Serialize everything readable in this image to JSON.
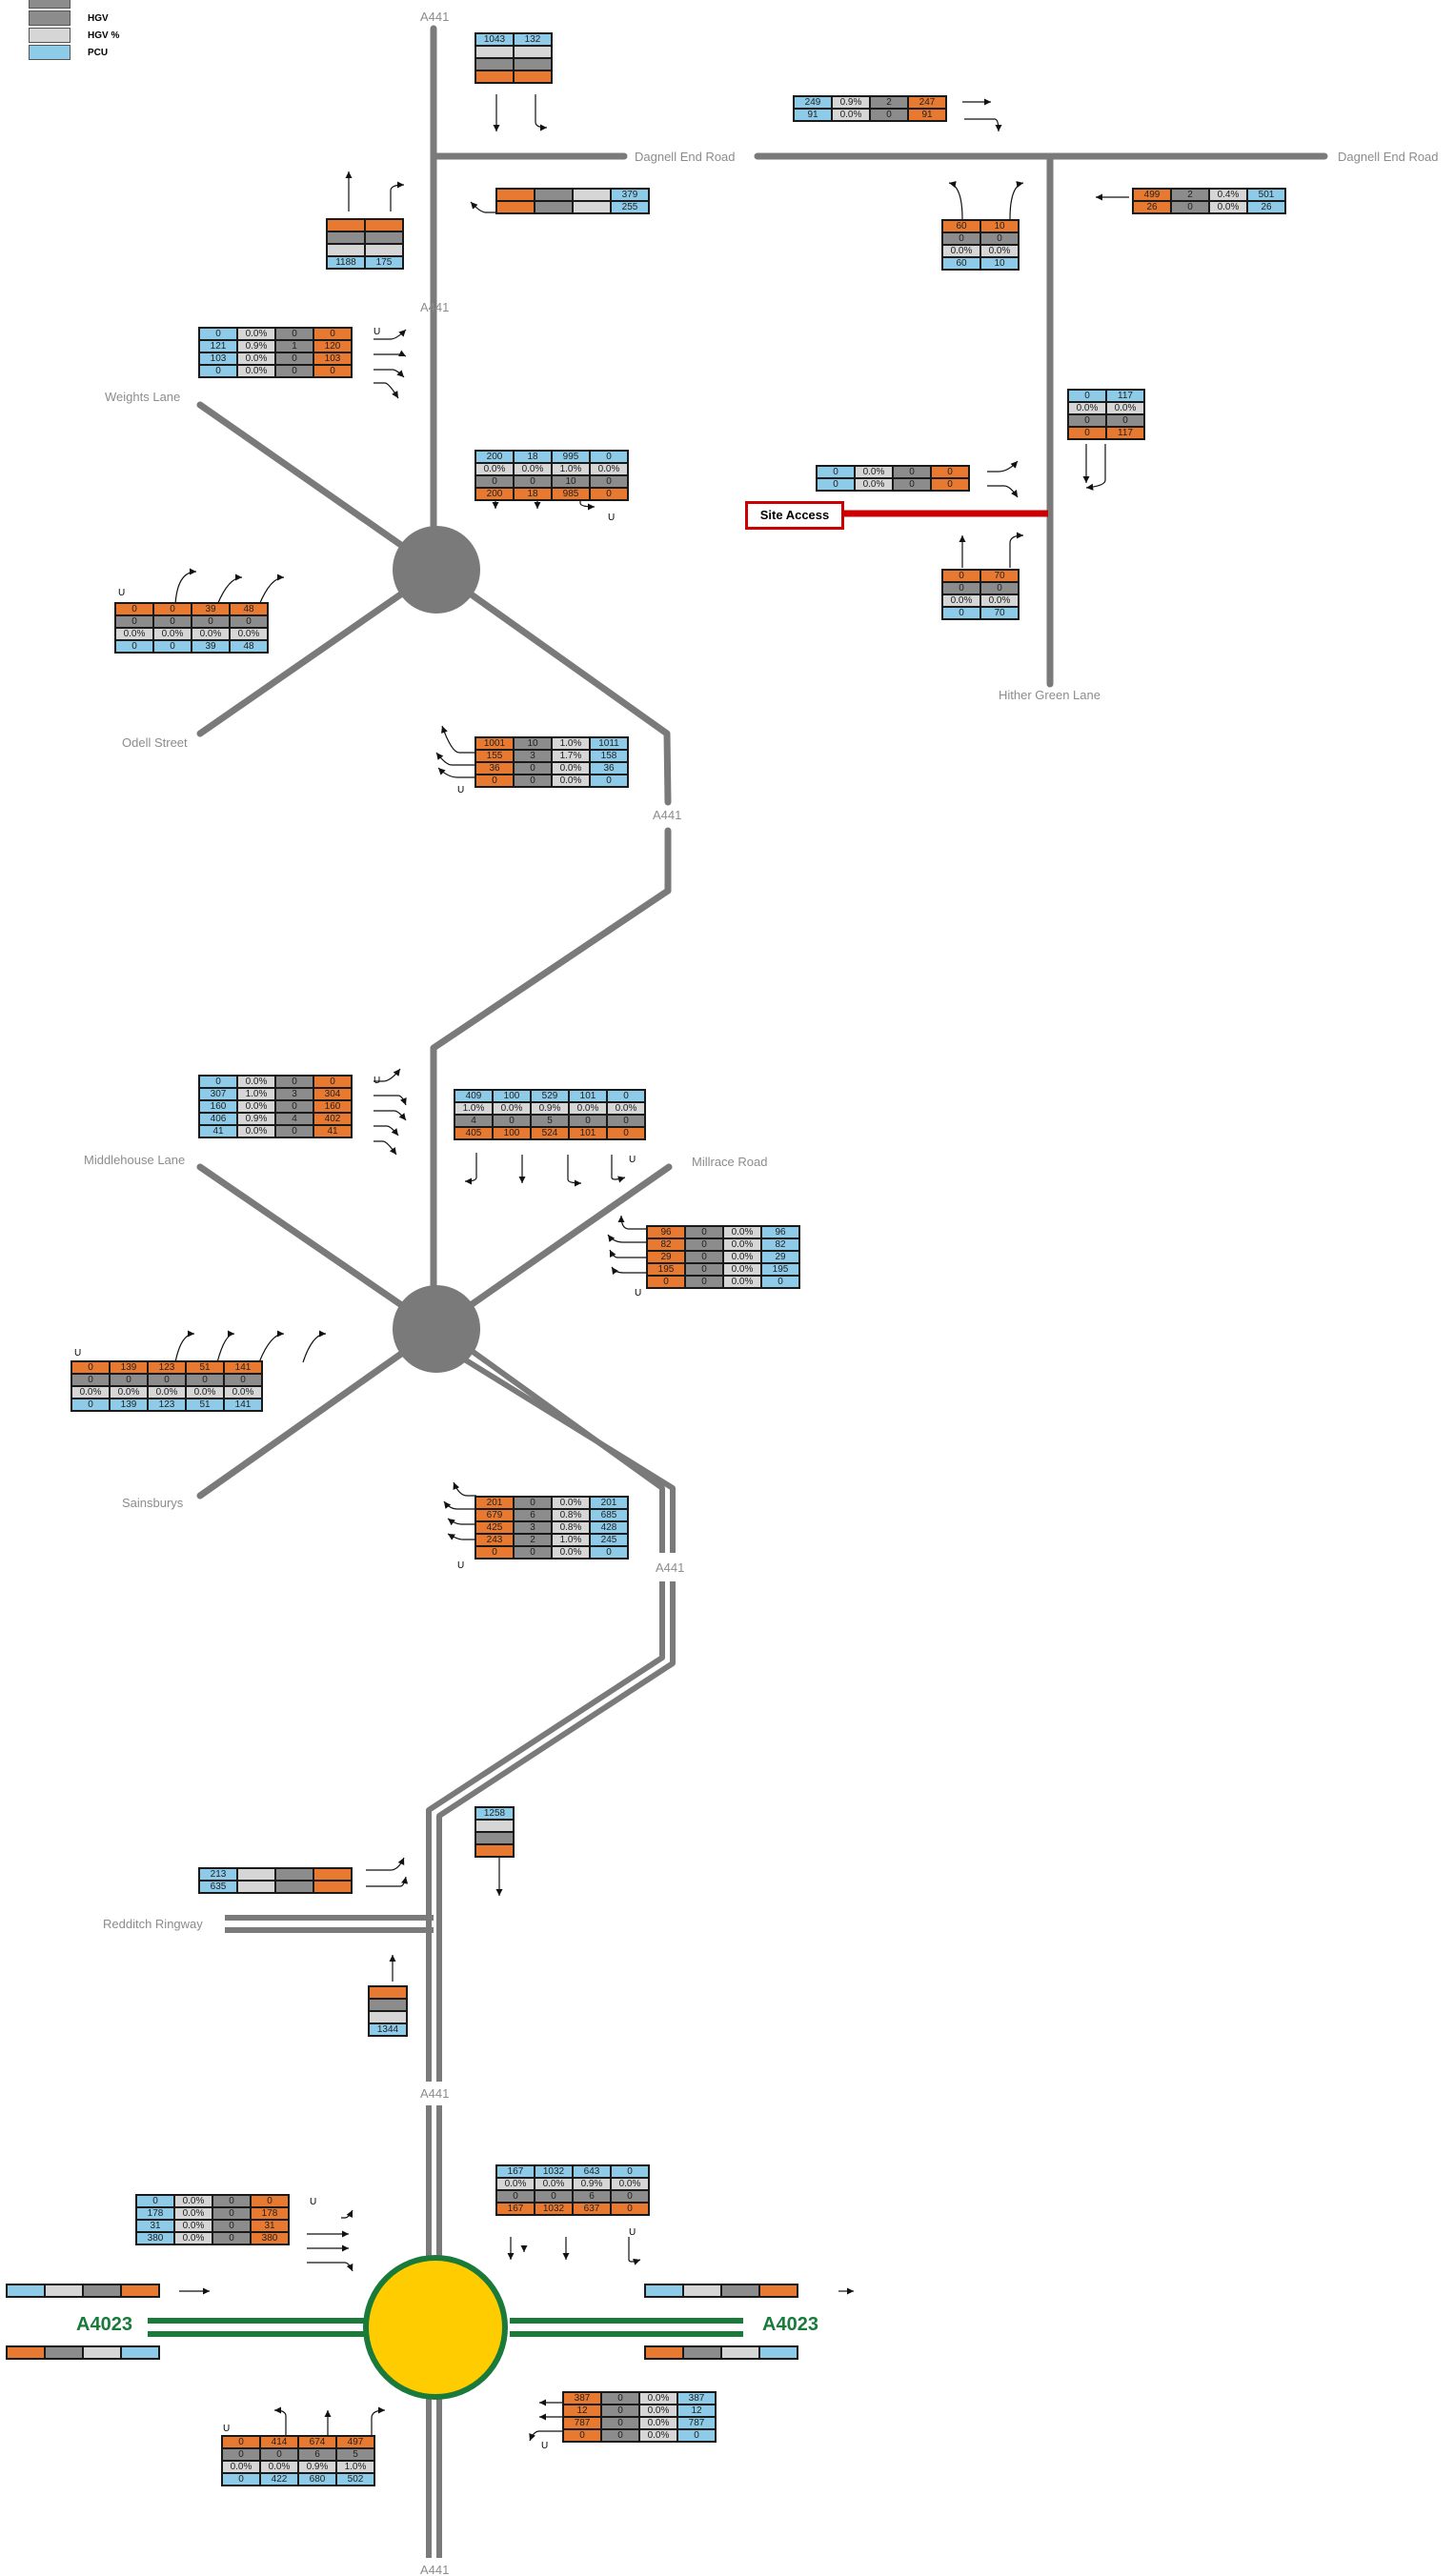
{
  "legend": [
    {
      "label": "",
      "color": "#8c8c8c"
    },
    {
      "label": "HGV",
      "color": "#8c8c8c"
    },
    {
      "label": "HGV %",
      "color": "#d6d6d6"
    },
    {
      "label": "PCU",
      "color": "#8ecbe8"
    }
  ],
  "colors": {
    "orange": "#e87930",
    "dark_grey": "#8c8c8c",
    "light_grey": "#d6d6d6",
    "blue": "#8ecbe8",
    "road": "#7a7a7a",
    "roundabout_a4023": "#ffcc00",
    "a4023_road": "#1a7a3a",
    "site_access": "#cc0000"
  },
  "roads": {
    "a441": "A441",
    "dagnell_end_road_1": "Dagnell End Road",
    "dagnell_end_road_2": "Dagnell End Road",
    "weights_lane": "Weights Lane",
    "odell_street": "Odell Street",
    "hither_green_lane": "Hither Green Lane",
    "site_access": "Site Access",
    "middlehouse_lane": "Middlehouse Lane",
    "millrace_road": "Millrace Road",
    "sainsburys": "Sainsburys",
    "redditch_ringway": "Redditch Ringway",
    "a4023": "A4023",
    "u_turn": "U"
  },
  "tables": {
    "t1": [
      [
        "1043",
        "132"
      ],
      [
        "",
        ""
      ],
      [
        "",
        ""
      ],
      [
        "",
        ""
      ]
    ],
    "t2": [
      [
        "249",
        "0.9%",
        "2",
        "247"
      ],
      [
        "91",
        "0.0%",
        "0",
        "91"
      ]
    ],
    "t3": [
      [
        "",
        "",
        "",
        "379"
      ],
      [
        "",
        "",
        "",
        "255"
      ]
    ],
    "t4": [
      [
        "",
        ""
      ],
      [
        "",
        ""
      ],
      [
        "",
        ""
      ],
      [
        "1188",
        "175"
      ]
    ],
    "t5": [
      [
        "60",
        "10"
      ],
      [
        "0",
        "0"
      ],
      [
        "0.0%",
        "0.0%"
      ],
      [
        "60",
        "10"
      ]
    ],
    "t6": [
      [
        "499",
        "2",
        "0.4%",
        "501"
      ],
      [
        "26",
        "0",
        "0.0%",
        "26"
      ]
    ],
    "t7": [
      [
        "0",
        "0.0%",
        "0",
        "0"
      ],
      [
        "121",
        "0.9%",
        "1",
        "120"
      ],
      [
        "103",
        "0.0%",
        "0",
        "103"
      ],
      [
        "0",
        "0.0%",
        "0",
        "0"
      ]
    ],
    "t8": [
      [
        "200",
        "18",
        "995",
        "0"
      ],
      [
        "0.0%",
        "0.0%",
        "1.0%",
        "0.0%"
      ],
      [
        "0",
        "0",
        "10",
        "0"
      ],
      [
        "200",
        "18",
        "985",
        "0"
      ]
    ],
    "t9": [
      [
        "0",
        "117"
      ],
      [
        "0.0%",
        "0.0%"
      ],
      [
        "0",
        "0"
      ],
      [
        "0",
        "117"
      ]
    ],
    "t10": [
      [
        "0",
        "0.0%",
        "0",
        "0"
      ],
      [
        "0",
        "0.0%",
        "0",
        "0"
      ]
    ],
    "t11": [
      [
        "0",
        "70"
      ],
      [
        "0",
        "0"
      ],
      [
        "0.0%",
        "0.0%"
      ],
      [
        "0",
        "70"
      ]
    ],
    "t12": [
      [
        "0",
        "0",
        "39",
        "48"
      ],
      [
        "0",
        "0",
        "0",
        "0"
      ],
      [
        "0.0%",
        "0.0%",
        "0.0%",
        "0.0%"
      ],
      [
        "0",
        "0",
        "39",
        "48"
      ]
    ],
    "t13": [
      [
        "1001",
        "10",
        "1.0%",
        "1011"
      ],
      [
        "155",
        "3",
        "1.7%",
        "158"
      ],
      [
        "36",
        "0",
        "0.0%",
        "36"
      ],
      [
        "0",
        "0",
        "0.0%",
        "0"
      ]
    ],
    "t14": [
      [
        "0",
        "0.0%",
        "0",
        "0"
      ],
      [
        "307",
        "1.0%",
        "3",
        "304"
      ],
      [
        "160",
        "0.0%",
        "0",
        "160"
      ],
      [
        "406",
        "0.9%",
        "4",
        "402"
      ],
      [
        "41",
        "0.0%",
        "0",
        "41"
      ]
    ],
    "t15": [
      [
        "409",
        "100",
        "529",
        "101",
        "0"
      ],
      [
        "1.0%",
        "0.0%",
        "0.9%",
        "0.0%",
        "0.0%"
      ],
      [
        "4",
        "0",
        "5",
        "0",
        "0"
      ],
      [
        "405",
        "100",
        "524",
        "101",
        "0"
      ]
    ],
    "t16": [
      [
        "96",
        "0",
        "0.0%",
        "96"
      ],
      [
        "82",
        "0",
        "0.0%",
        "82"
      ],
      [
        "29",
        "0",
        "0.0%",
        "29"
      ],
      [
        "195",
        "0",
        "0.0%",
        "195"
      ],
      [
        "0",
        "0",
        "0.0%",
        "0"
      ]
    ],
    "t17": [
      [
        "0",
        "139",
        "123",
        "51",
        "141"
      ],
      [
        "0",
        "0",
        "0",
        "0",
        "0"
      ],
      [
        "0.0%",
        "0.0%",
        "0.0%",
        "0.0%",
        "0.0%"
      ],
      [
        "0",
        "139",
        "123",
        "51",
        "141"
      ]
    ],
    "t18": [
      [
        "201",
        "0",
        "0.0%",
        "201"
      ],
      [
        "679",
        "6",
        "0.8%",
        "685"
      ],
      [
        "425",
        "3",
        "0.8%",
        "428"
      ],
      [
        "243",
        "2",
        "1.0%",
        "245"
      ],
      [
        "0",
        "0",
        "0.0%",
        "0"
      ]
    ],
    "t19": [
      [
        "1258"
      ],
      [
        ""
      ],
      [
        ""
      ],
      [
        ""
      ]
    ],
    "t20": [
      [
        "213",
        "",
        "",
        ""
      ],
      [
        "635",
        "",
        "",
        ""
      ]
    ],
    "t21": [
      [
        ""
      ],
      [
        ""
      ],
      [
        ""
      ],
      [
        "1344"
      ]
    ],
    "t22": [
      [
        "0",
        "0.0%",
        "0",
        "0"
      ],
      [
        "178",
        "0.0%",
        "0",
        "178"
      ],
      [
        "31",
        "0.0%",
        "0",
        "31"
      ],
      [
        "380",
        "0.0%",
        "0",
        "380"
      ]
    ],
    "t23": [
      [
        "167",
        "1032",
        "643",
        "0"
      ],
      [
        "0.0%",
        "0.0%",
        "0.9%",
        "0.0%"
      ],
      [
        "0",
        "0",
        "6",
        "0"
      ],
      [
        "167",
        "1032",
        "637",
        "0"
      ]
    ],
    "t24": [
      [
        "",
        "",
        "",
        ""
      ]
    ],
    "t25": [
      [
        "",
        "",
        "",
        ""
      ]
    ],
    "t26": [
      [
        "",
        "",
        "",
        ""
      ]
    ],
    "t27": [
      [
        "",
        "",
        "",
        ""
      ]
    ],
    "t28": [
      [
        "387",
        "0",
        "0.0%",
        "387"
      ],
      [
        "12",
        "0",
        "0.0%",
        "12"
      ],
      [
        "787",
        "0",
        "0.0%",
        "787"
      ],
      [
        "0",
        "0",
        "0.0%",
        "0"
      ]
    ],
    "t29": [
      [
        "0",
        "414",
        "674",
        "497"
      ],
      [
        "0",
        "0",
        "6",
        "5"
      ],
      [
        "0.0%",
        "0.0%",
        "0.9%",
        "1.0%"
      ],
      [
        "0",
        "422",
        "680",
        "502"
      ]
    ]
  }
}
